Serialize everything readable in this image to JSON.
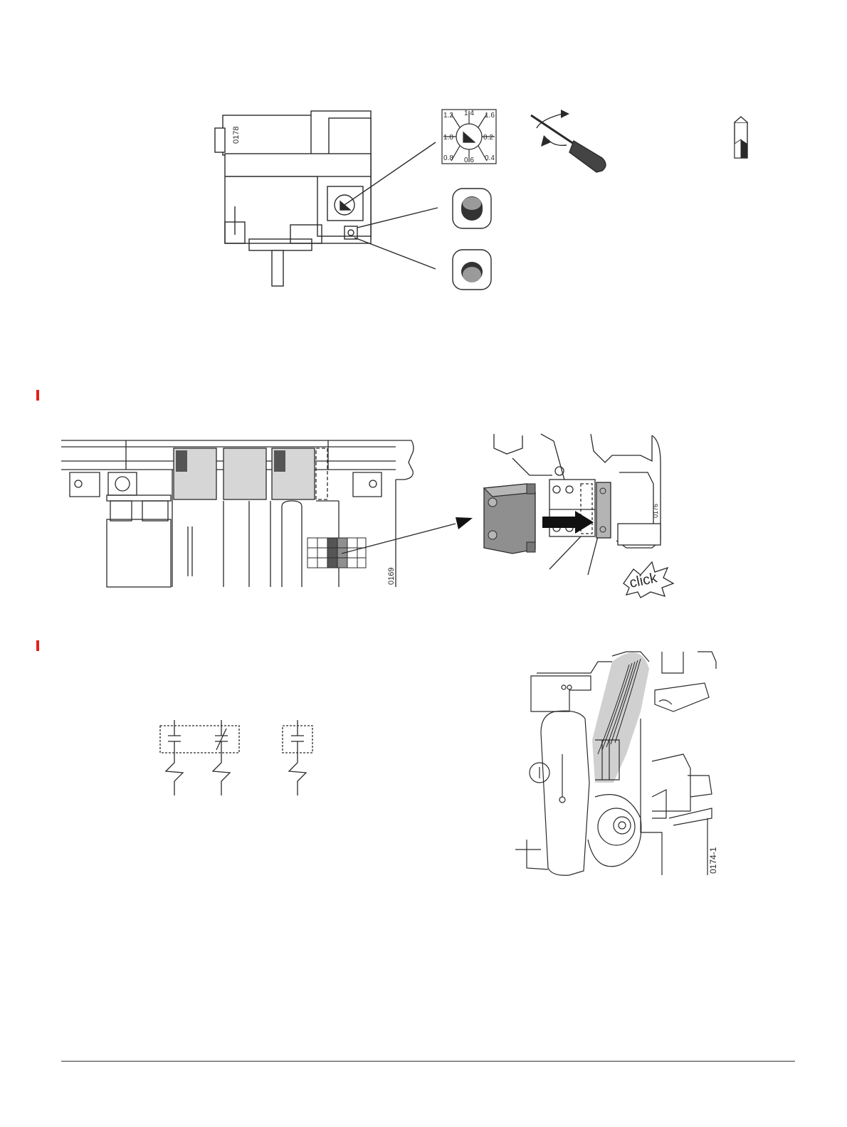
{
  "colors": {
    "accent": "#e2231a",
    "ink": "#2a2a2a",
    "fill_light": "#d6d6d6",
    "fill_dark": "#555555",
    "fill_mid": "#8f8f8f"
  },
  "figure1": {
    "code": "0178",
    "dial_labels": [
      "1.2",
      "1.4",
      "1.6",
      "1.0",
      "0.2",
      "0.8",
      "0.6",
      "0.4"
    ],
    "icons": [
      "screwdriver-rotate-icon",
      "flat-screwdriver-tip-icon",
      "push-button-up-icon",
      "push-button-pressed-icon"
    ]
  },
  "figure2": {
    "left_code": "0169",
    "right_code": "0176",
    "click_text": "click"
  },
  "figure3": {
    "wiring_code": "0174-1",
    "schematic_symbols": [
      "normally-open-contact",
      "normally-closed-contact",
      "normally-open-contact"
    ]
  }
}
